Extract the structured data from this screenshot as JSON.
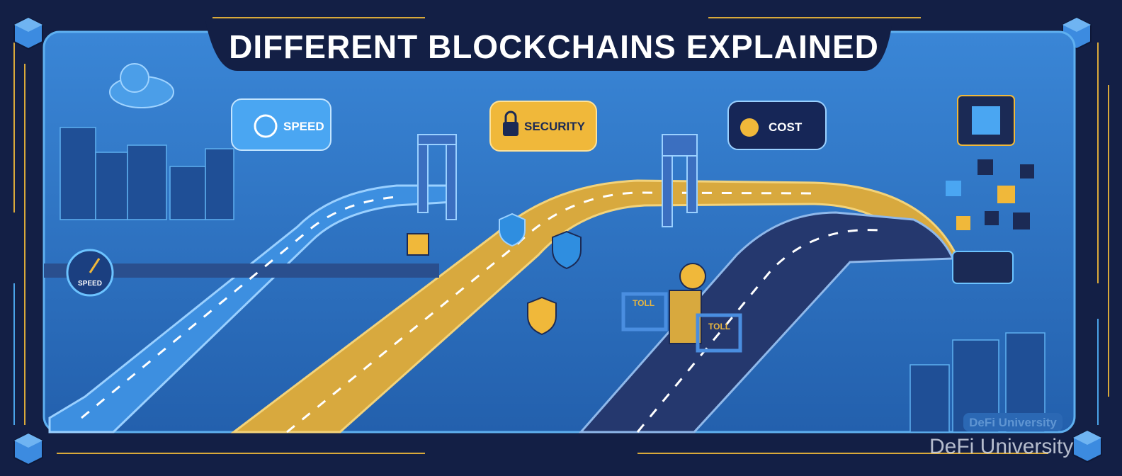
{
  "title": "DIFFERENT BLOCKCHAINS EXPLAINED",
  "bubbles": {
    "speed": "SPEED",
    "security": "SECURITY",
    "cost": "COST"
  },
  "gauge_label": "SPEED",
  "toll_signs": [
    "TOLL",
    "TOLL"
  ],
  "watermark_panel": "DeFi University",
  "watermark_overlay": "DeFi University",
  "colors": {
    "background": "#131f45",
    "panel": "#2f74c4",
    "speed_road": "#3d8fe0",
    "security_road": "#d8a93e",
    "cost_road": "#25386e",
    "accent_gold": "#f0b83a"
  }
}
